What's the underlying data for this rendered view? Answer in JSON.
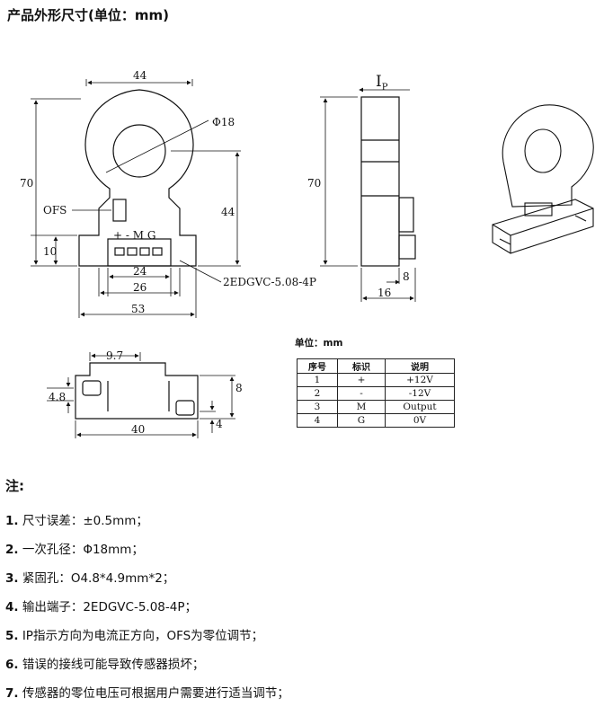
{
  "title": "产品外形尺寸(单位：mm)",
  "front_view": {
    "width_top": "44",
    "height_total": "70",
    "hole_dia": "Φ18",
    "hole_center_height": "44",
    "bottom_height": "10",
    "ofs_label": "OFS",
    "pin_labels": "+ - M G",
    "w24": "24",
    "w26": "26",
    "w53": "53",
    "connector_label": "2EDGVC-5.08-4P"
  },
  "side_view": {
    "current_label": "I",
    "current_sub": "P",
    "height": "70",
    "d8": "8",
    "d16": "16"
  },
  "bottom_view": {
    "d9_7": "9.7",
    "d4_8": "4.8",
    "d8": "8",
    "d4": "4",
    "d40": "40"
  },
  "table": {
    "unit": "单位：mm",
    "headers": [
      "序号",
      "标识",
      "说明"
    ],
    "rows": [
      [
        "1",
        "+",
        "+12V"
      ],
      [
        "2",
        "-",
        "-12V"
      ],
      [
        "3",
        "M",
        "Output"
      ],
      [
        "4",
        "G",
        "0V"
      ]
    ]
  },
  "notes_title": "注:",
  "notes": [
    {
      "num": "1.",
      "text": "尺寸误差：±0.5mm；"
    },
    {
      "num": "2.",
      "text": "一次孔径：Φ18mm；"
    },
    {
      "num": "3.",
      "text": "紧固孔：O4.8*4.9mm*2；"
    },
    {
      "num": "4.",
      "text": "输出端子：2EDGVC-5.08-4P；"
    },
    {
      "num": "5.",
      "text": "IP指示方向为电流正方向，OFS为零位调节；"
    },
    {
      "num": "6.",
      "text": "错误的接线可能导致传感器损坏；"
    },
    {
      "num": "7.",
      "text": "传感器的零位电压可根据用户需要进行适当调节；"
    }
  ]
}
